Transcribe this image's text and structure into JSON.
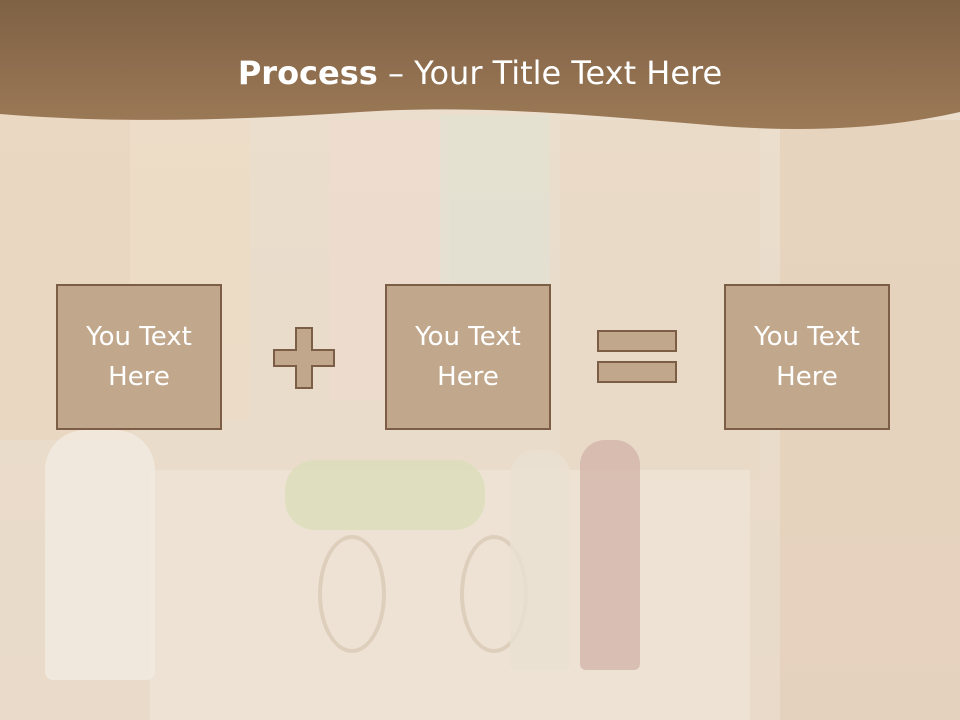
{
  "slide": {
    "title_bold": "Process",
    "title_rest": " – Your Title Text Here",
    "boxes": [
      {
        "label": "You Text Here"
      },
      {
        "label": "You Text Here"
      },
      {
        "label": "You Text Here"
      }
    ],
    "operators": [
      "plus-icon",
      "equals-icon"
    ],
    "colors": {
      "header": "#8b6a4a",
      "box_fill": "#c1a88c",
      "box_border": "#7b5e45",
      "operator_fill": "#c1a88c"
    }
  }
}
